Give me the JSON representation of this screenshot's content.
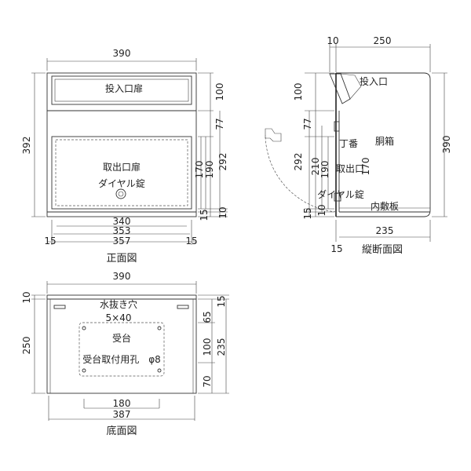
{
  "front": {
    "caption": "正面図",
    "width_top": "390",
    "height_total": "392",
    "label_door": "投入口扉",
    "label_outlet": "取出口扉",
    "label_lock": "ダイヤル錠",
    "right_dims": [
      "100",
      "77",
      "170",
      "190",
      "292",
      "15",
      "10"
    ],
    "bottom_dims": [
      "340",
      "353",
      "357"
    ],
    "side_15_left": "15",
    "side_15_right": "15"
  },
  "section": {
    "caption": "縦断面図",
    "top_10": "10",
    "top_250": "250",
    "height_right": "390",
    "label_inlet": "投入口",
    "label_hinge": "丁番",
    "label_body": "胴箱",
    "label_outlet": "取出口",
    "label_lock": "ダイヤル錠",
    "label_innerboard": "内敷板",
    "inner_170": "170",
    "left_dims": [
      "100",
      "77",
      "292",
      "210",
      "190",
      "15",
      "10"
    ],
    "bottom_235": "235",
    "bottom_15": "15"
  },
  "bottom": {
    "caption": "底面図",
    "width_top": "390",
    "height_left": "250",
    "left_10": "10",
    "label_drain": "水抜き穴",
    "label_drain_size": "5×40",
    "label_stand": "受台",
    "label_hole": "受台取付用孔　φ8",
    "right_dims": [
      "15",
      "65",
      "100",
      "70"
    ],
    "right_235": "235",
    "bottom_dims": [
      "180",
      "387"
    ]
  }
}
